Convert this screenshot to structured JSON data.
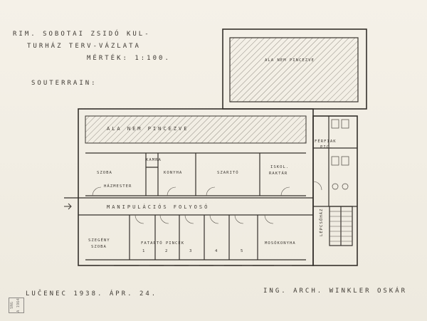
{
  "header": {
    "line1": "RIM. SOBOTAI ZSIDÓ KUL-",
    "line2": "TURHÁZ TERV-VÁZLATA",
    "line3": "MÉRTÉK: 1:100.",
    "floor_label": "SOUTERRAIN:"
  },
  "areas": {
    "unexcavated_top": "ALA NEM PINCEZVE",
    "unexcavated_strip": "ALA NEM PINCEZVE"
  },
  "rooms": {
    "szoba": "SZOBA",
    "kamra": "KAMRA",
    "konyha": "KONYHA",
    "haznagy_subtitle": "HÁZMESTER",
    "szarito": "SZARITÓ",
    "iskolai_raktar_1": "ISKOL.",
    "iskolai_raktar_2": "RAKTÁR",
    "ferfi_pic_1": "FÉRFIAK",
    "ferfi_pic_2": "PIC.",
    "corridor": "MANIPULÁCIÓS FOLYOSÓ",
    "szeneny_1": "SZEGÉNY",
    "szeneny_2": "SZOBA",
    "fatarto": "FATARTÓ PINCÉK",
    "cell_numbers": [
      "1",
      "2",
      "3",
      "4",
      "5"
    ],
    "mosokonyha": "MOSÓKONYHA",
    "lepcsohaz": "LÉPCSŐHÁZ"
  },
  "footer": {
    "place_date": "LUČENEC 1938. ÁPR. 24.",
    "author": "ING. ARCH. WINKLER OSKÁR"
  },
  "stamp": {
    "line1": "SNG",
    "line2": "A 1964"
  }
}
